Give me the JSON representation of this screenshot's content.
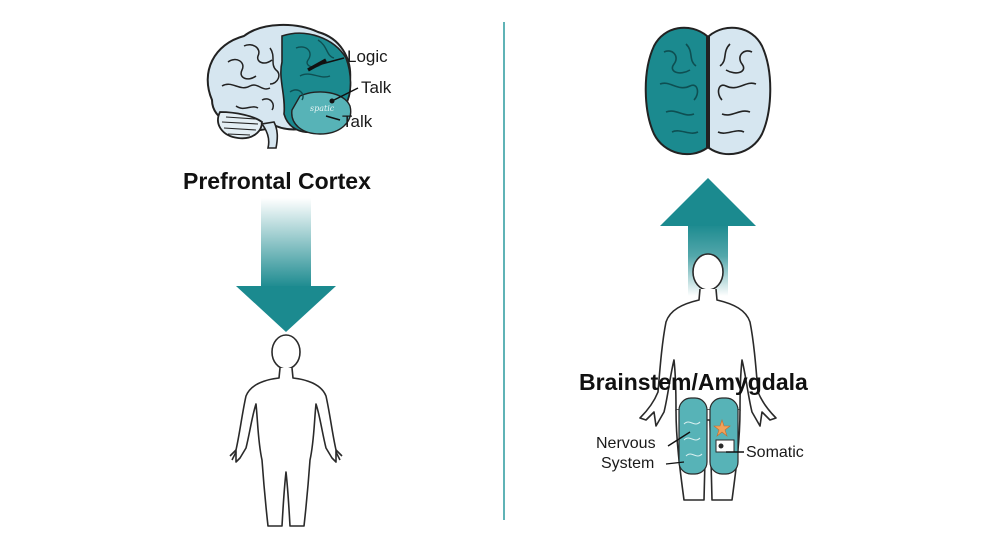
{
  "colors": {
    "teal": "#1b8a8f",
    "teal_dark": "#136f73",
    "teal_light": "#57b3b7",
    "brain_light": "#d6e6f0",
    "outline": "#2a2a2a",
    "divider": "#5fb3b6"
  },
  "left": {
    "title": "Prefrontal Cortex",
    "labels": {
      "logic": "Logic",
      "talk_upper": "Talk",
      "talk_lower": "Talk"
    },
    "brain_scribble": "spatic",
    "arrow_direction": "down"
  },
  "right": {
    "title": "Brainstem/Amygdala",
    "labels": {
      "nervous_line1": "Nervous",
      "nervous_line2": "System",
      "somatic": "Somatic"
    },
    "arrow_direction": "up"
  }
}
